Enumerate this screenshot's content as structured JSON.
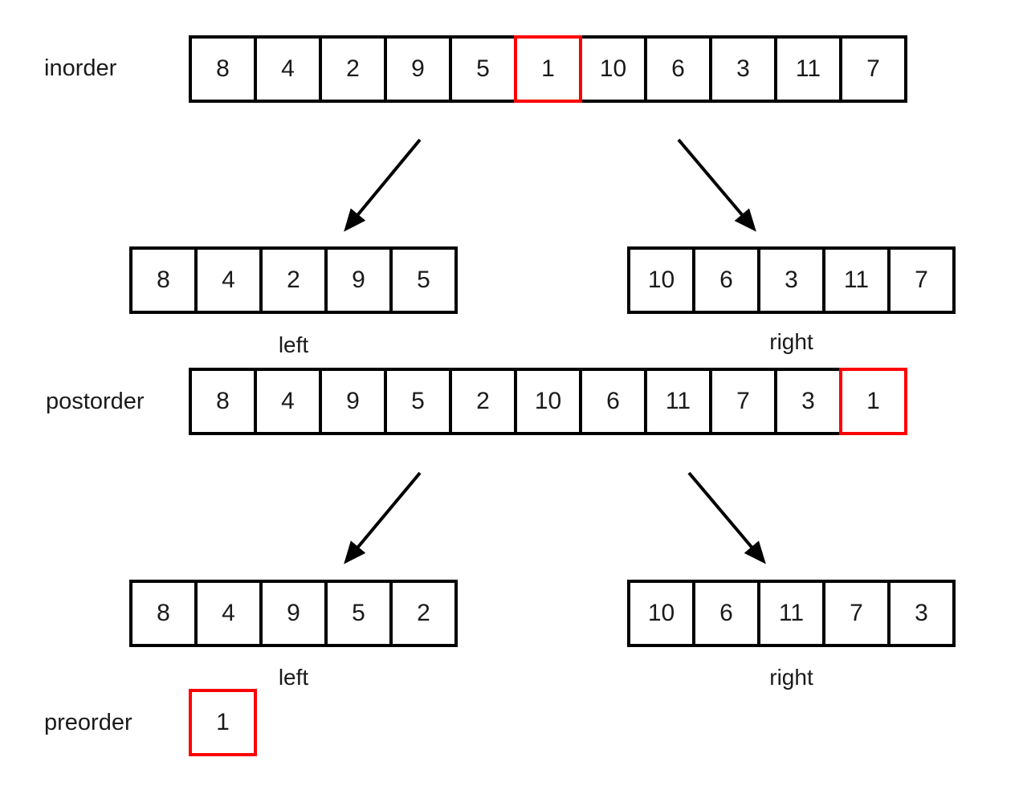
{
  "colors": {
    "highlight": "#ff0000",
    "line": "#000000",
    "text": "#1a1a1a",
    "background": "#ffffff"
  },
  "rows": {
    "inorder": {
      "label": "inorder",
      "cells": [
        "8",
        "4",
        "2",
        "9",
        "5",
        "1",
        "10",
        "6",
        "3",
        "11",
        "7"
      ],
      "highlight_index": 5
    },
    "inorder_left": {
      "label": "left",
      "cells": [
        "8",
        "4",
        "2",
        "9",
        "5"
      ]
    },
    "inorder_right": {
      "label": "right",
      "cells": [
        "10",
        "6",
        "3",
        "11",
        "7"
      ]
    },
    "postorder": {
      "label": "postorder",
      "cells": [
        "8",
        "4",
        "9",
        "5",
        "2",
        "10",
        "6",
        "11",
        "7",
        "3",
        "1"
      ],
      "highlight_index": 10
    },
    "postorder_left": {
      "label": "left",
      "cells": [
        "8",
        "4",
        "9",
        "5",
        "2"
      ]
    },
    "postorder_right": {
      "label": "right",
      "cells": [
        "10",
        "6",
        "11",
        "7",
        "3"
      ]
    },
    "preorder": {
      "label": "preorder",
      "cells": [
        "1"
      ],
      "highlight_index": 0
    }
  },
  "arrows": [
    {
      "from": "inorder",
      "to": "left"
    },
    {
      "from": "inorder",
      "to": "right"
    },
    {
      "from": "postorder",
      "to": "left"
    },
    {
      "from": "postorder",
      "to": "right"
    }
  ]
}
